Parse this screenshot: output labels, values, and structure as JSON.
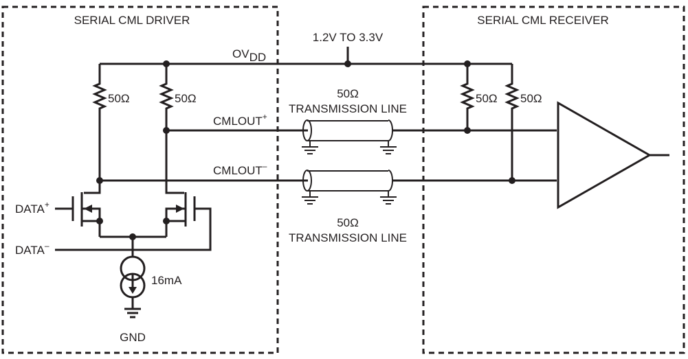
{
  "driver": {
    "title": "SERIAL CML DRIVER"
  },
  "receiver": {
    "title": "SERIAL CML RECEIVER"
  },
  "supply": {
    "range_label": "1.2V TO 3.3V",
    "rail_label": "OV",
    "rail_subscript": "DD"
  },
  "driver_resistors": [
    {
      "value": "50Ω"
    },
    {
      "value": "50Ω"
    }
  ],
  "receiver_resistors": [
    {
      "value": "50Ω"
    },
    {
      "value": "50Ω"
    }
  ],
  "outputs": {
    "pos": {
      "label": "CMLOUT",
      "sign": "+"
    },
    "neg": {
      "label": "CMLOUT",
      "sign": "–"
    }
  },
  "inputs": {
    "pos": {
      "label": "DATA",
      "sign": "+"
    },
    "neg": {
      "label": "DATA",
      "sign": "–"
    }
  },
  "transmission_lines": [
    {
      "impedance": "50Ω",
      "label": "TRANSMISSION LINE"
    },
    {
      "impedance": "50Ω",
      "label": "TRANSMISSION LINE"
    }
  ],
  "current_source": {
    "value": "16mA"
  },
  "ground": {
    "label": "GND"
  }
}
